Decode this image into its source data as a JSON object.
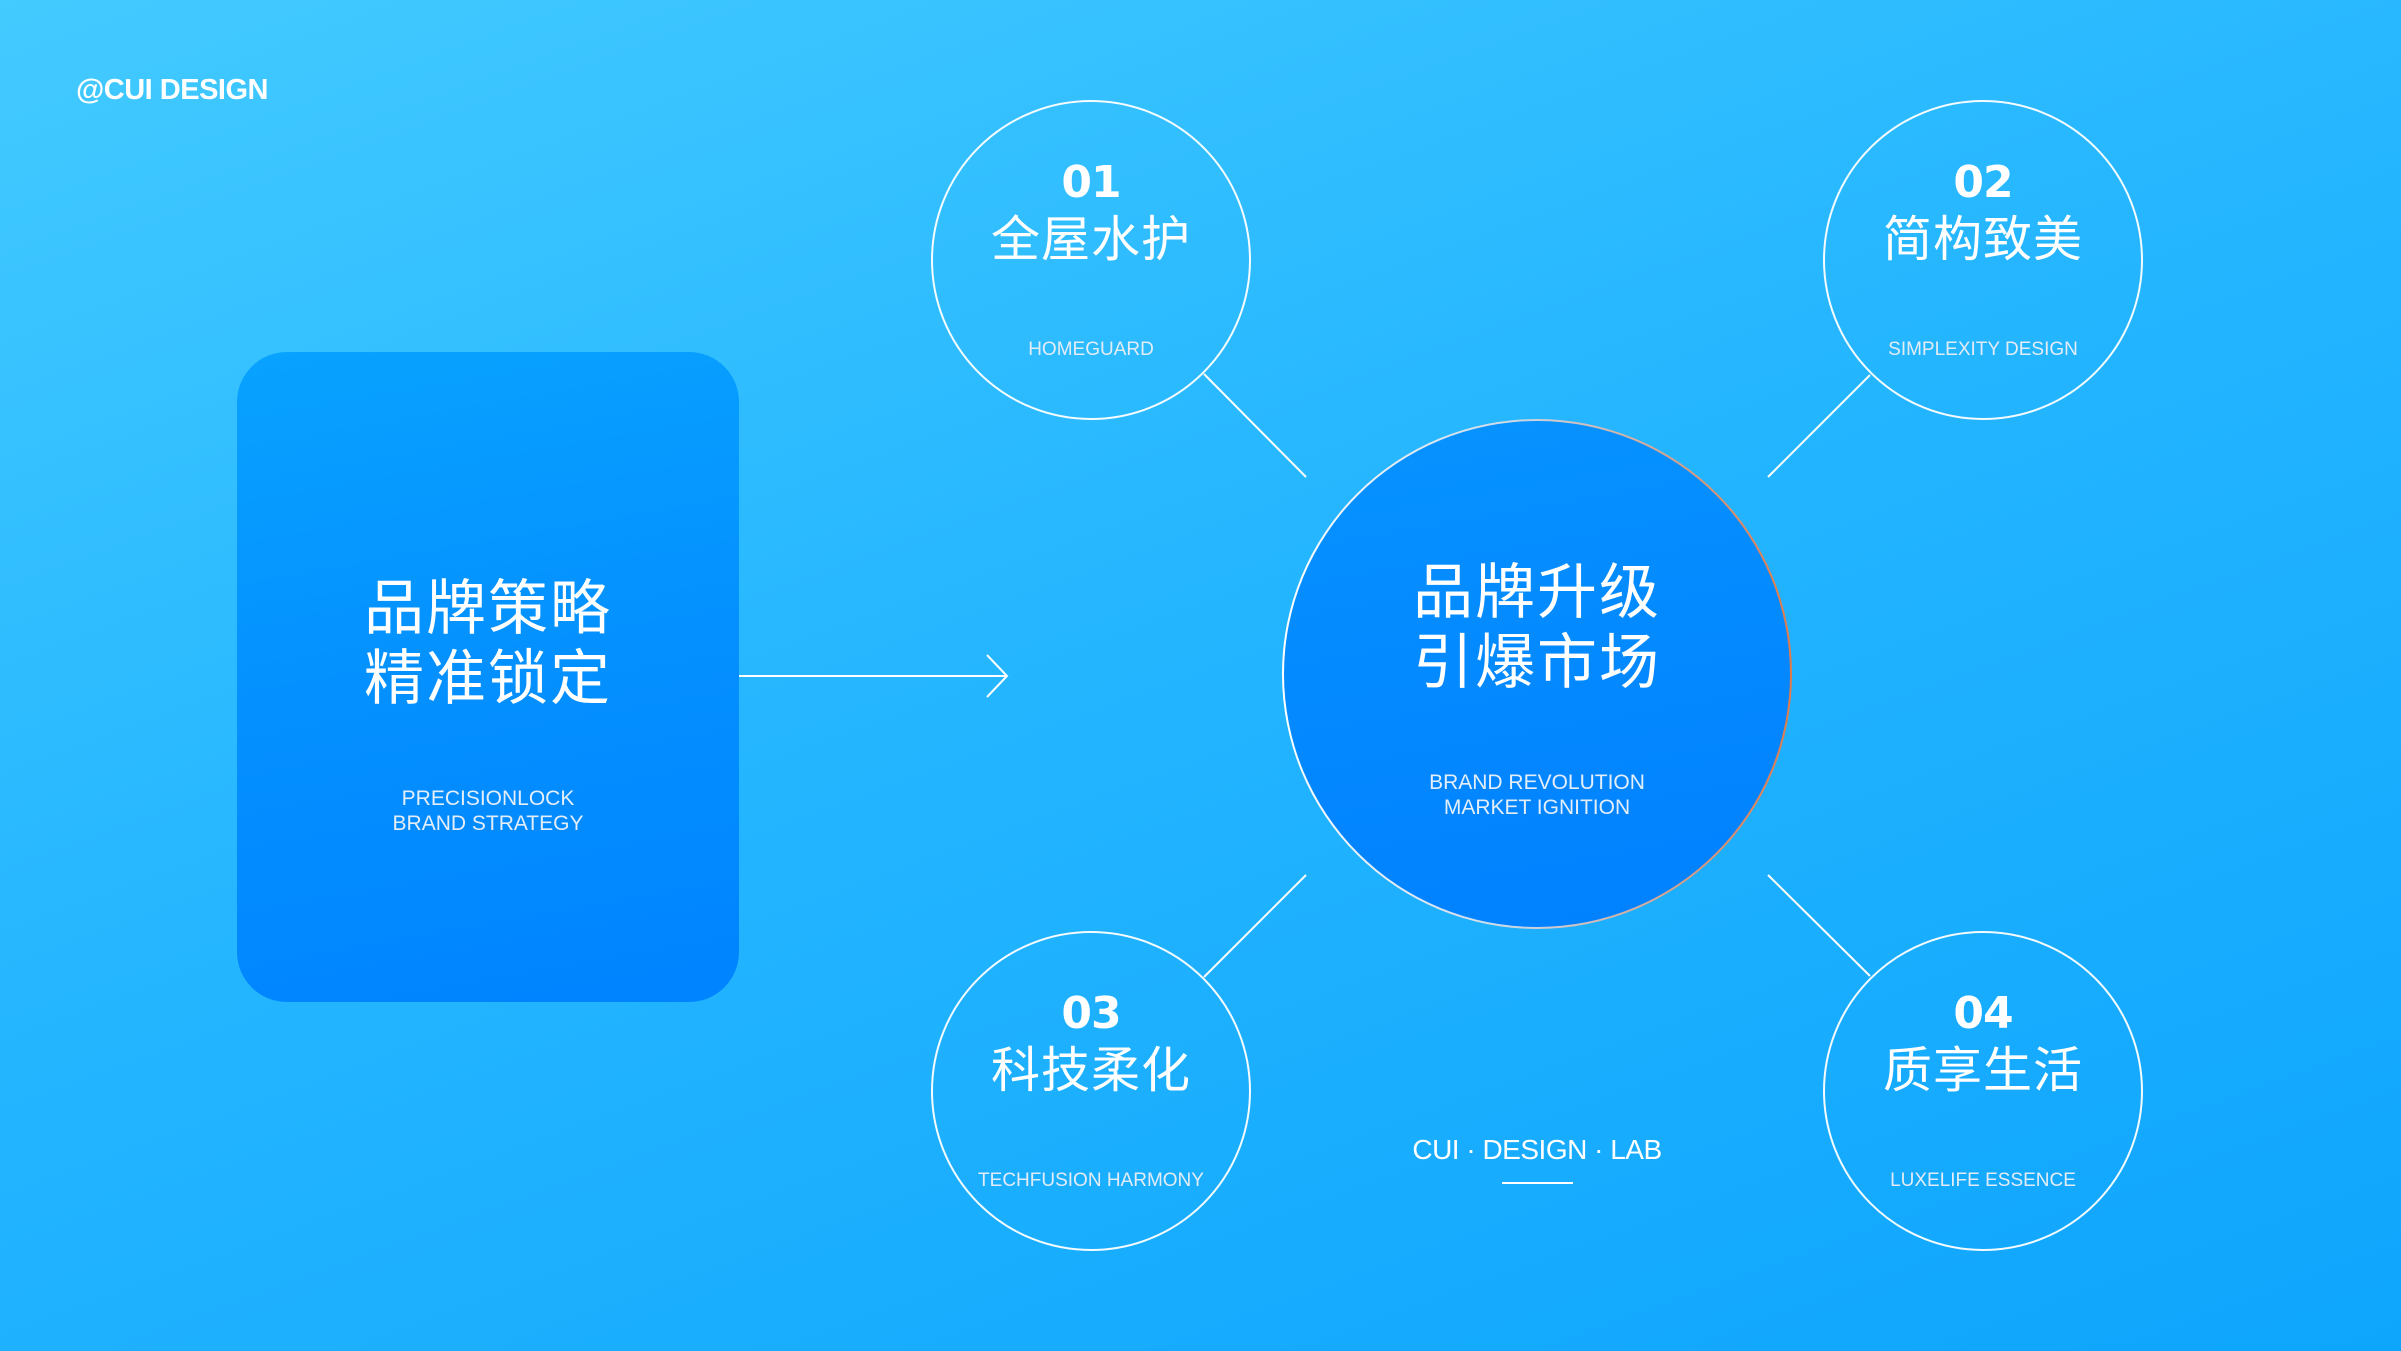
{
  "header": {
    "brand_label": "@CUI DESIGN"
  },
  "strategy_card": {
    "title_line1": "品牌策略",
    "title_line2": "精准锁定",
    "subtitle_line1": "PRECISIONLOCK",
    "subtitle_line2": "BRAND STRATEGY"
  },
  "center": {
    "title_line1": "品牌升级",
    "title_line2": "引爆市场",
    "subtitle_line1": "BRAND REVOLUTION",
    "subtitle_line2": "MARKET IGNITION"
  },
  "nodes": [
    {
      "number": "01",
      "title": "全屋水护",
      "subtitle": "HOMEGUARD"
    },
    {
      "number": "02",
      "title": "简构致美",
      "subtitle": "SIMPLEXITY DESIGN"
    },
    {
      "number": "03",
      "title": "科技柔化",
      "subtitle": "TECHFUSION HARMONY"
    },
    {
      "number": "04",
      "title": "质享生活",
      "subtitle": "LUXELIFE ESSENCE"
    }
  ],
  "footer": {
    "lab_label": "CUI · DESIGN · LAB"
  },
  "colors": {
    "background_start": "#43caff",
    "background_end": "#0ea5fd",
    "card_fill": "#0490ff",
    "center_fill": "#0489ff",
    "center_border_left": "#ffffff",
    "center_border_right": "#e07a4a",
    "text": "#ffffff",
    "subtext": "#e4eef8"
  }
}
